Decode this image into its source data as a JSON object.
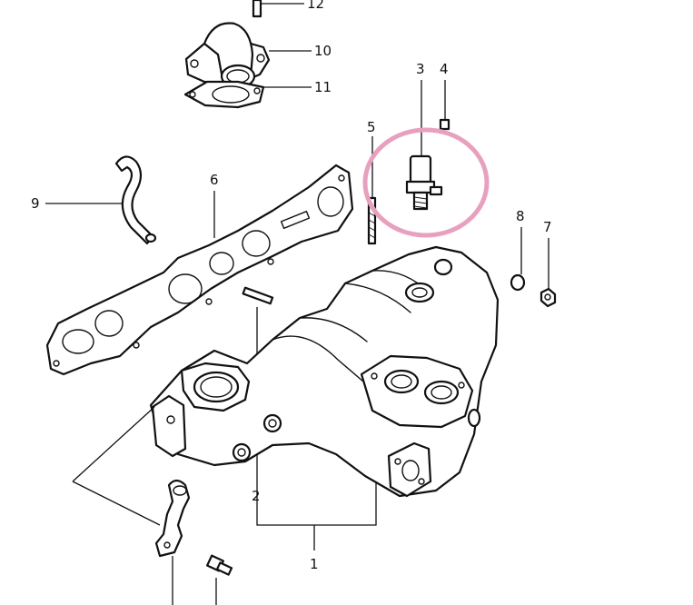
{
  "callouts": {
    "c1": "1",
    "c2": "2",
    "c3": "3",
    "c4": "4",
    "c5": "5",
    "c6": "6",
    "c7": "7",
    "c8": "8",
    "c9": "9",
    "c10": "10",
    "c11": "11",
    "c12": "12"
  },
  "highlight": {
    "color": "#e8a0bf"
  }
}
